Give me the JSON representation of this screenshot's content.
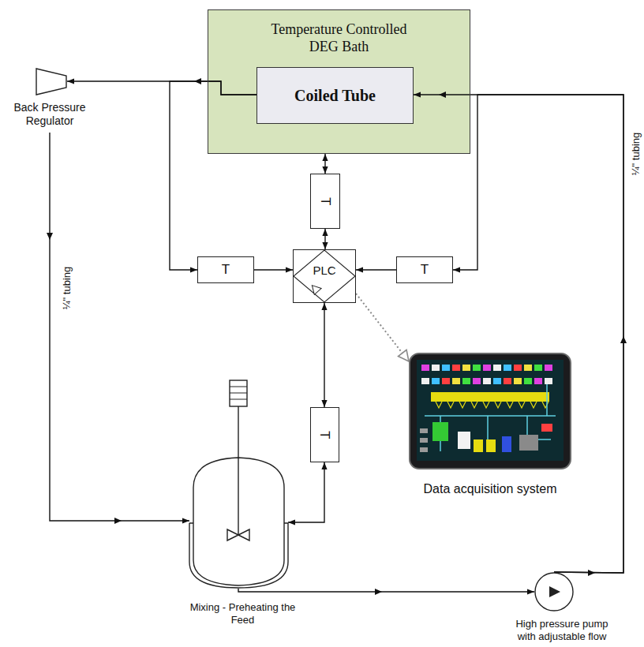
{
  "diagram": {
    "nodes": [
      {
        "text": [
          "Temperature Controlled DEG Bath"
        ]
      },
      {
        "text": [
          "Coiled Tube"
        ],
        "in": 0
      },
      {
        "text": [
          "Back Pressure Regulator"
        ]
      },
      {
        "text": [
          "T"
        ]
      },
      {
        "text": [
          "T"
        ]
      },
      {
        "text": [
          "PLC"
        ]
      },
      {
        "text": [
          "T"
        ]
      },
      {
        "text": [
          "T"
        ]
      },
      {
        "text": [
          "Data acquisition system"
        ]
      },
      {
        "text": [
          "Mixing - Preheating the Feed"
        ]
      },
      {
        "text": [
          "High pressure pump with adjustable flow"
        ]
      }
    ],
    "edges": [
      {
        "from": 10,
        "to": 1,
        "arrow": "to"
      },
      {
        "from": 10,
        "to": 6,
        "arrow": "to"
      },
      {
        "from": 1,
        "to": 2,
        "arrow": "to"
      },
      {
        "from": 1,
        "to": 4,
        "arrow": "to"
      },
      {
        "from": 2,
        "to": 9,
        "arrow": "to"
      },
      {
        "from": 9,
        "to": 10,
        "arrow": "to"
      },
      {
        "from": 0,
        "to": 3,
        "arrow": "both"
      },
      {
        "from": 3,
        "to": 5,
        "arrow": "both"
      },
      {
        "from": 4,
        "to": 5,
        "arrow": "to"
      },
      {
        "from": 6,
        "to": 5,
        "arrow": "to"
      },
      {
        "from": 5,
        "to": 7,
        "arrow": "both"
      },
      {
        "from": 7,
        "to": 9,
        "arrow": "both"
      },
      {
        "from": 5,
        "to": 8,
        "arrow": "to"
      }
    ],
    "labels": [
      "¼\" tubing",
      "¼\" tubing"
    ]
  }
}
